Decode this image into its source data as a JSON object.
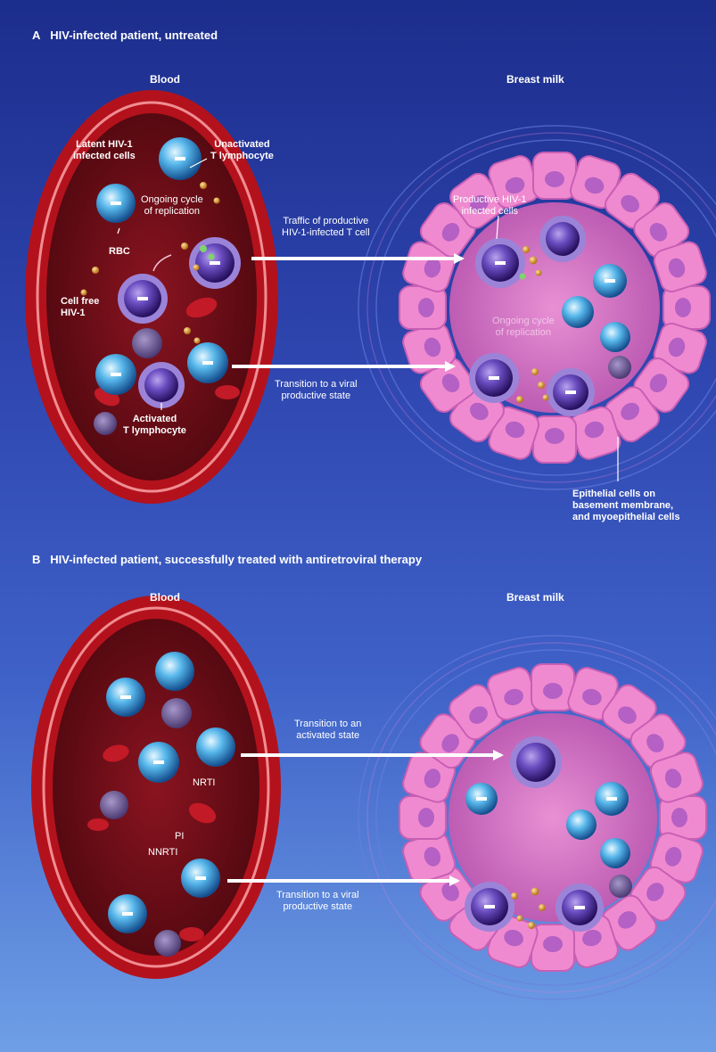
{
  "panels": [
    {
      "letter": "A",
      "title": "HIV-infected patient, untreated",
      "blood_label": "Blood",
      "milk_label": "Breast milk",
      "labels": {
        "latent": [
          "Latent HIV-1",
          "infected cells"
        ],
        "unactivated": [
          "Unactivated",
          "T lymphocyte"
        ],
        "ongoing_blood": [
          "Ongoing cycle",
          "of replication"
        ],
        "rbc": "RBC",
        "cellfree": [
          "Cell free",
          "HIV-1"
        ],
        "activated": [
          "Activated",
          "T lymphocyte"
        ],
        "traffic": [
          "Traffic of productive",
          "HIV-1-infected T cell"
        ],
        "transition": [
          "Transition to a viral",
          "productive state"
        ],
        "productive": [
          "Productive HIV-1",
          "infected cells"
        ],
        "ongoing_milk": [
          "Ongoing cycle",
          "of replication"
        ],
        "epithelial": [
          "Epithelial cells on",
          "basement membrane,",
          "and myoepithelial cells"
        ]
      }
    },
    {
      "letter": "B",
      "title": "HIV-infected patient, successfully treated with antiretroviral therapy",
      "blood_label": "Blood",
      "milk_label": "Breast milk",
      "labels": {
        "nrti": "NRTI",
        "pi": "PI",
        "nnrti": "NNRTI",
        "activated_transition": [
          "Transition to an",
          "activated state"
        ],
        "productive_transition": [
          "Transition to a viral",
          "productive state"
        ]
      }
    }
  ],
  "colors": {
    "background_top": "#1c2d8c",
    "background_bottom": "#6f9fe6",
    "vessel_wall": "#b3121c",
    "vessel_lumen": "#6a0d14",
    "epithelial_cell": "#f08ad0",
    "epithelial_nucleus": "#b460c4",
    "activated_cell": "#5a3fa6",
    "latent_cell": "#2d8fd4",
    "virion": "#e0a030"
  }
}
